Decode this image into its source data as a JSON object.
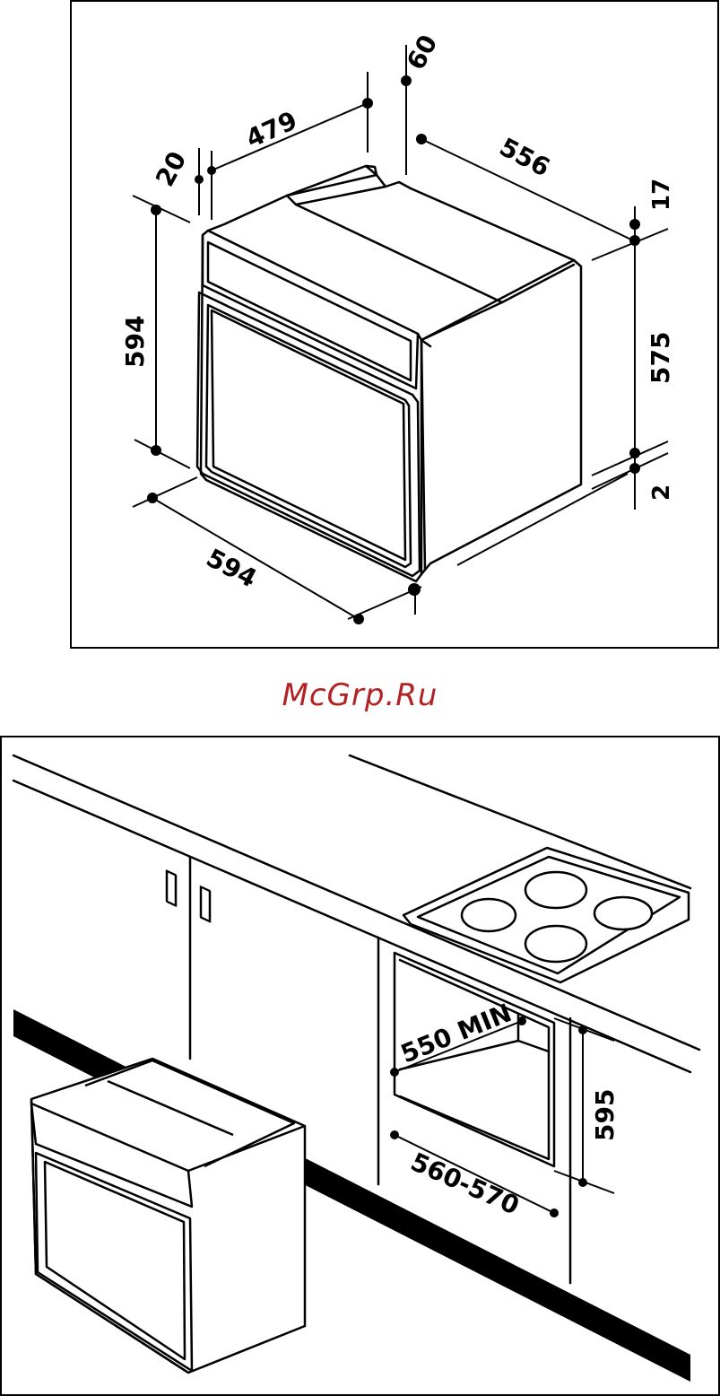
{
  "watermark": "McGrp.Ru",
  "oven_dimensions": {
    "height": "594",
    "width": "594",
    "depth": "556",
    "top_depth": "479",
    "front_offset": "20",
    "back_offset": "60",
    "top_gap": "17",
    "body_height": "575",
    "bottom_gap": "2"
  },
  "niche_dimensions": {
    "depth_min": "550 MIN",
    "width_range": "560-570",
    "height": "595"
  },
  "colors": {
    "watermark": "#b22222",
    "line": "#000000"
  }
}
